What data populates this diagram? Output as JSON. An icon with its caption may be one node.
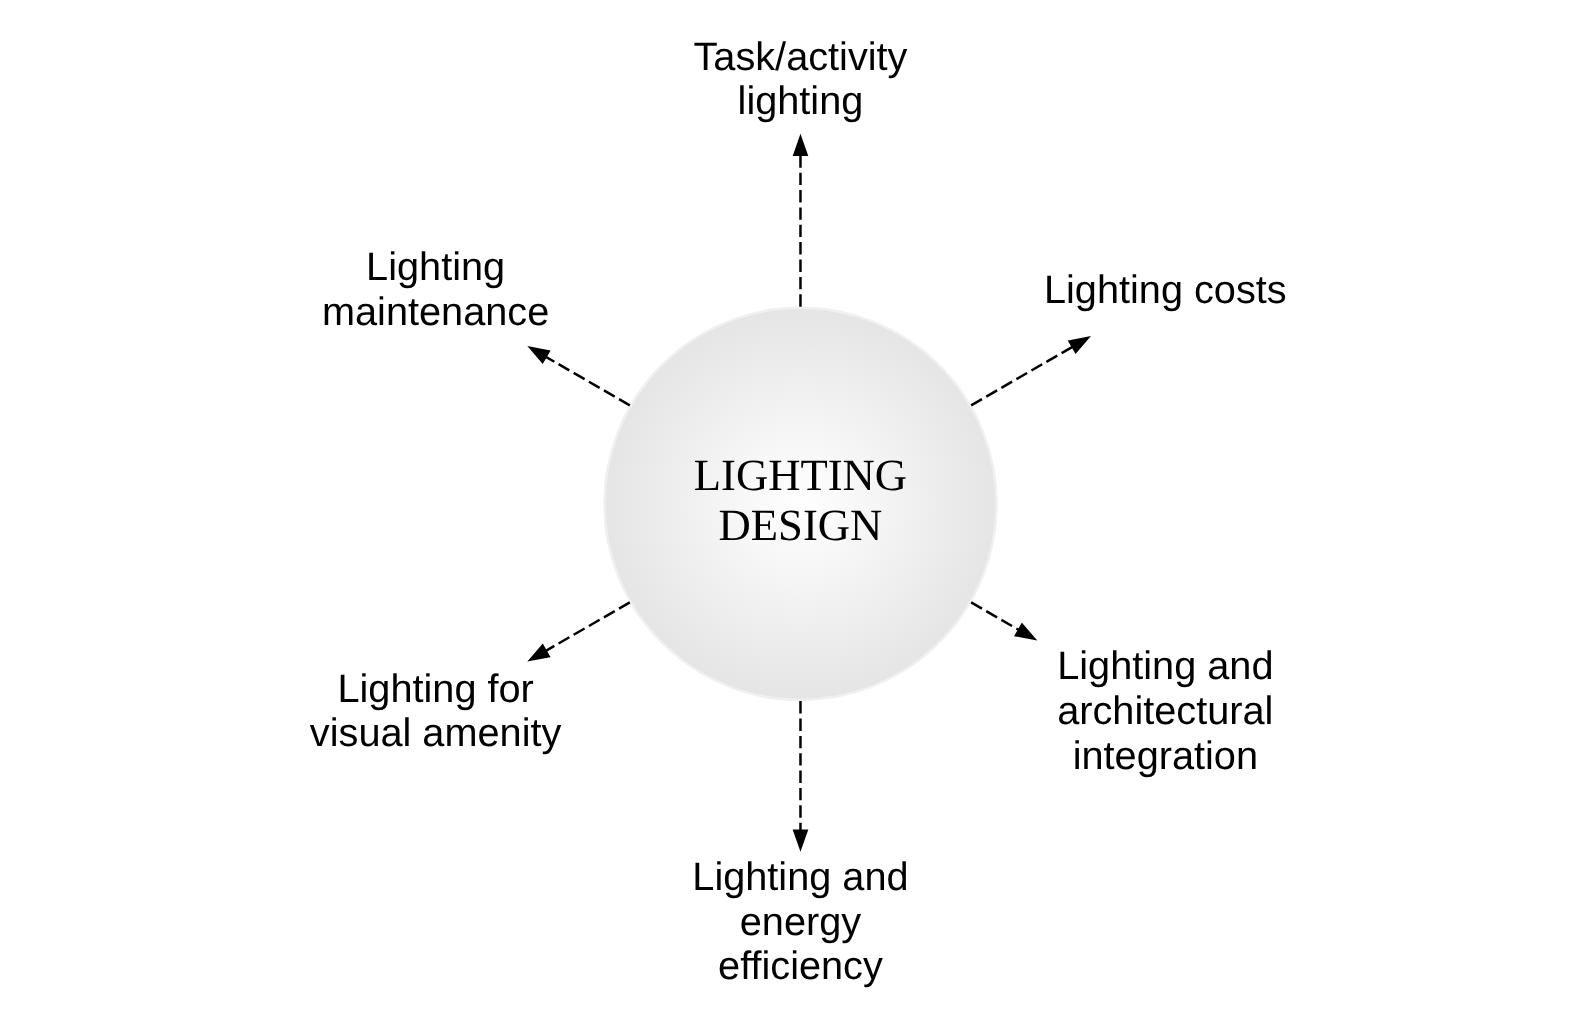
{
  "diagram": {
    "nodes": [
      {
        "text": [
          "LIGHTING DESIGN"
        ]
      },
      {
        "text": [
          "Lighting costs"
        ]
      },
      {
        "text": [
          "Task/activity lighting"
        ]
      },
      {
        "text": [
          "Lighting maintenance"
        ]
      },
      {
        "text": [
          "Lighting for visual amenity"
        ]
      },
      {
        "text": [
          "Lighting and energy efficiency"
        ]
      },
      {
        "text": [
          "Lighting and architectural integration"
        ]
      }
    ],
    "edges": [
      {
        "from": 0,
        "to": 1,
        "arrow": "to",
        "style": "dashed"
      },
      {
        "from": 0,
        "to": 2,
        "arrow": "to",
        "style": "dashed"
      },
      {
        "from": 0,
        "to": 3,
        "arrow": "to",
        "style": "dashed"
      },
      {
        "from": 0,
        "to": 4,
        "arrow": "to",
        "style": "dashed"
      },
      {
        "from": 0,
        "to": 5,
        "arrow": "to",
        "style": "dashed"
      },
      {
        "from": 0,
        "to": 6,
        "arrow": "to",
        "style": "dashed"
      }
    ]
  }
}
